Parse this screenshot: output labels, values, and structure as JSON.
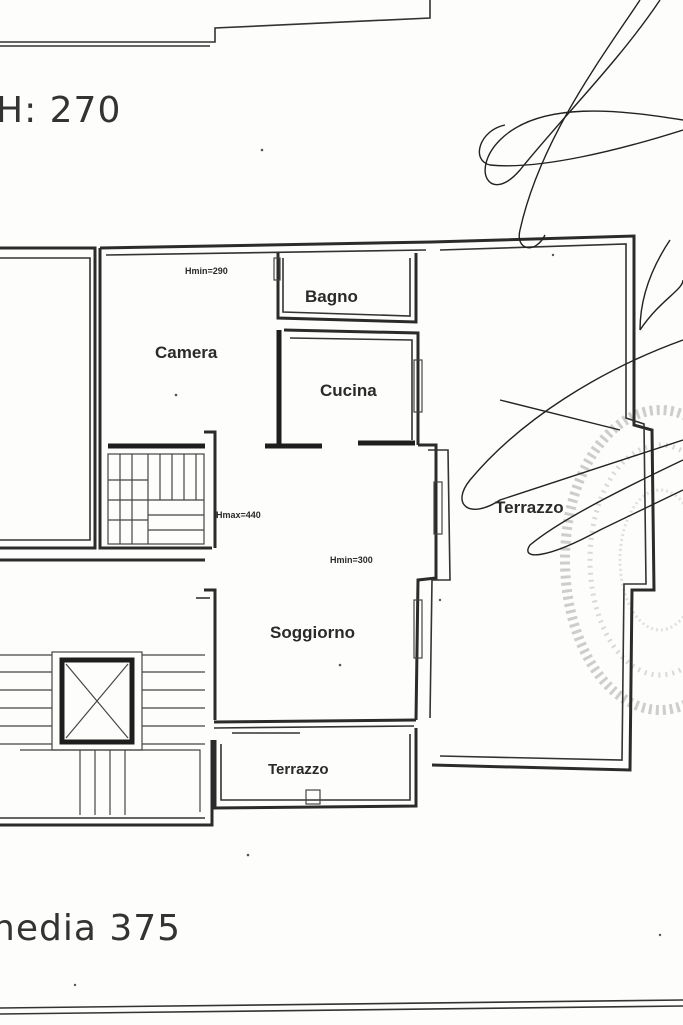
{
  "notes": {
    "top_height": "H: 270",
    "bottom_height": "nedia 375"
  },
  "rooms": {
    "camera": "Camera",
    "bagno": "Bagno",
    "cucina": "Cucina",
    "soggiorno": "Soggiorno",
    "terrazzo_main": "Terrazzo",
    "terrazzo_small": "Terrazzo"
  },
  "heights": {
    "camera_hmin": "Hmin=290",
    "stair_hmax": "Hmax=440",
    "living_hmin": "Hmin=300"
  },
  "colors": {
    "ink": "#2b2b2b",
    "paper": "#fdfdfb",
    "stamp": "#9a9a9a"
  }
}
